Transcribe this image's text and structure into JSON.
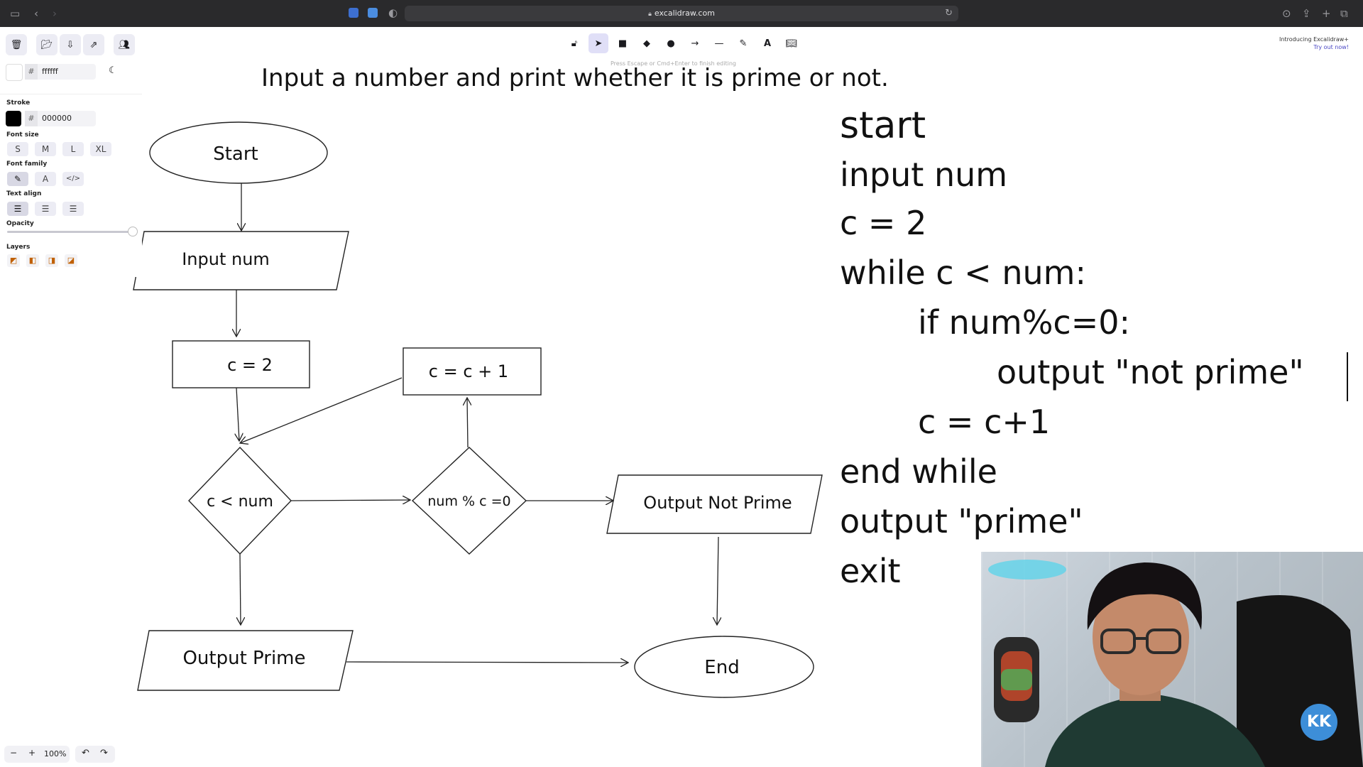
{
  "browser": {
    "url": "excalidraw.com"
  },
  "canvas": {
    "title_text": "Input a number and print whether it is prime or not.",
    "hint": "Press Escape or Cmd+Enter to finish editing",
    "flowchart": {
      "start": "Start",
      "input": "Input num",
      "init": "c = 2",
      "increment": "c = c + 1",
      "loop_condition": "c < num",
      "mod_condition": "num % c =0",
      "not_prime": "Output Not Prime",
      "prime": "Output Prime",
      "end": "End"
    },
    "pseudocode": [
      "start",
      "input num",
      "c = 2",
      "while c < num:",
      "if num%c=0:",
      "output \"not prime\"",
      "c = c+1",
      "end while",
      "output \"prime\"",
      "exit"
    ]
  },
  "left_panel": {
    "background_hex": "ffffff",
    "stroke_label": "Stroke",
    "stroke_hex": "000000",
    "font_size_label": "Font size",
    "font_sizes": [
      "S",
      "M",
      "L",
      "XL"
    ],
    "font_family_label": "Font family",
    "font_family_options": [
      "pencil-icon",
      "A",
      "code-icon"
    ],
    "text_align_label": "Text align",
    "opacity_label": "Opacity",
    "opacity_value": 1.0,
    "layers_label": "Layers"
  },
  "promo": {
    "line1": "Introducing Excalidraw+",
    "line2": "Try out now!"
  },
  "zoom": {
    "level": "100%",
    "minus": "−",
    "plus": "+"
  },
  "colors": {
    "accent": "#6965db",
    "active_tool_bg": "#e0dff7",
    "browser_bar": "#2a2a2c"
  },
  "webcam": {
    "logo_text": "KK"
  }
}
